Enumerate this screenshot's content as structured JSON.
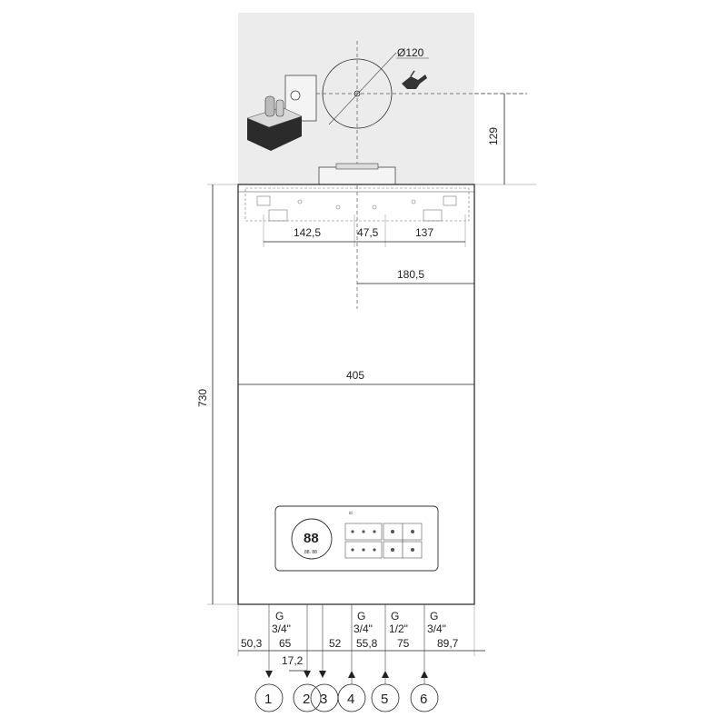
{
  "diagram": {
    "flue_diameter": "Ø120",
    "height_above": "129",
    "boiler_height": "730",
    "boiler_width": "405",
    "bracket_dims": [
      "142,5",
      "47,5",
      "137"
    ],
    "flue_offset": "180,5",
    "connections": [
      {
        "id": "1",
        "thread": [
          "",
          ""
        ]
      },
      {
        "id": "2",
        "thread": [
          "G",
          "3/4\""
        ]
      },
      {
        "id": "3",
        "thread": [
          "",
          ""
        ]
      },
      {
        "id": "4",
        "thread": [
          "G",
          "3/4\""
        ]
      },
      {
        "id": "5",
        "thread": [
          "G",
          "1/2\""
        ]
      },
      {
        "id": "6",
        "thread": [
          "G",
          "3/4\""
        ]
      }
    ],
    "bottom_dims": [
      "50,3",
      "65",
      "52",
      "55,8",
      "75",
      "89,7"
    ],
    "gap_dim": "17,2",
    "display": {
      "digits": "88",
      "sub_digits": "88. 88",
      "logo": "ci"
    }
  }
}
